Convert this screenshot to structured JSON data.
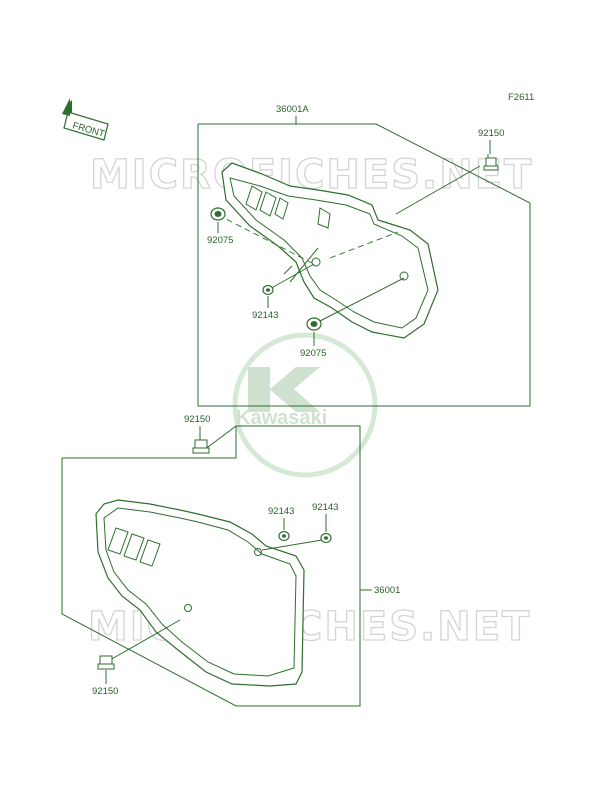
{
  "figure_code": "F2611",
  "front_label": "FRONT",
  "watermark_text": "MICROFICHES.NET",
  "logo_text": "Kawasaki",
  "labels": {
    "upper_assembly": "36001A",
    "lower_assembly": "36001",
    "bolt_upper": "92150",
    "bolt_mid": "92150",
    "bolt_lower": "92150",
    "damper_upper": "92075",
    "damper_mid": "92075",
    "collar_upper": "92143",
    "collar_lower_left": "92143",
    "collar_lower_right": "92143"
  },
  "colors": {
    "line": "#2e6e2e",
    "label": "#2a5f2a",
    "logo": "#cfe2cf",
    "watermark": "#d4d4d4"
  }
}
